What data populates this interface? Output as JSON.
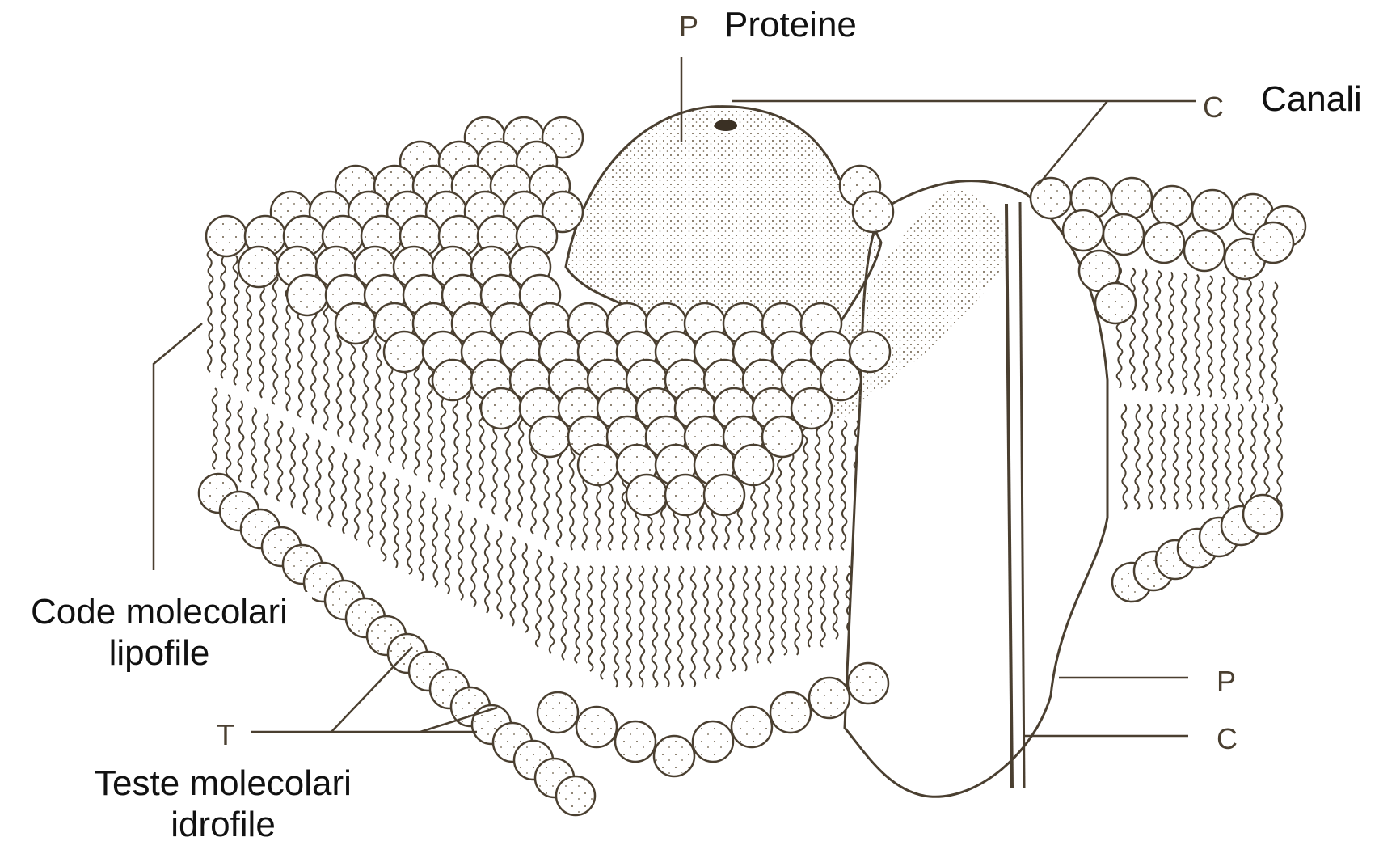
{
  "labels": {
    "proteine": "Proteine",
    "canali": "Canali",
    "code_line1": "Code molecolari",
    "code_line2": "lipofile",
    "teste_line1": "Teste molecolari",
    "teste_line2": "idrofile"
  },
  "markers": {
    "p_top": "P",
    "c_top": "C",
    "p_right": "P",
    "c_right": "C",
    "t_left": "T"
  },
  "colors": {
    "ink": "#4a3f30",
    "text": "#111111",
    "background": "#ffffff"
  }
}
